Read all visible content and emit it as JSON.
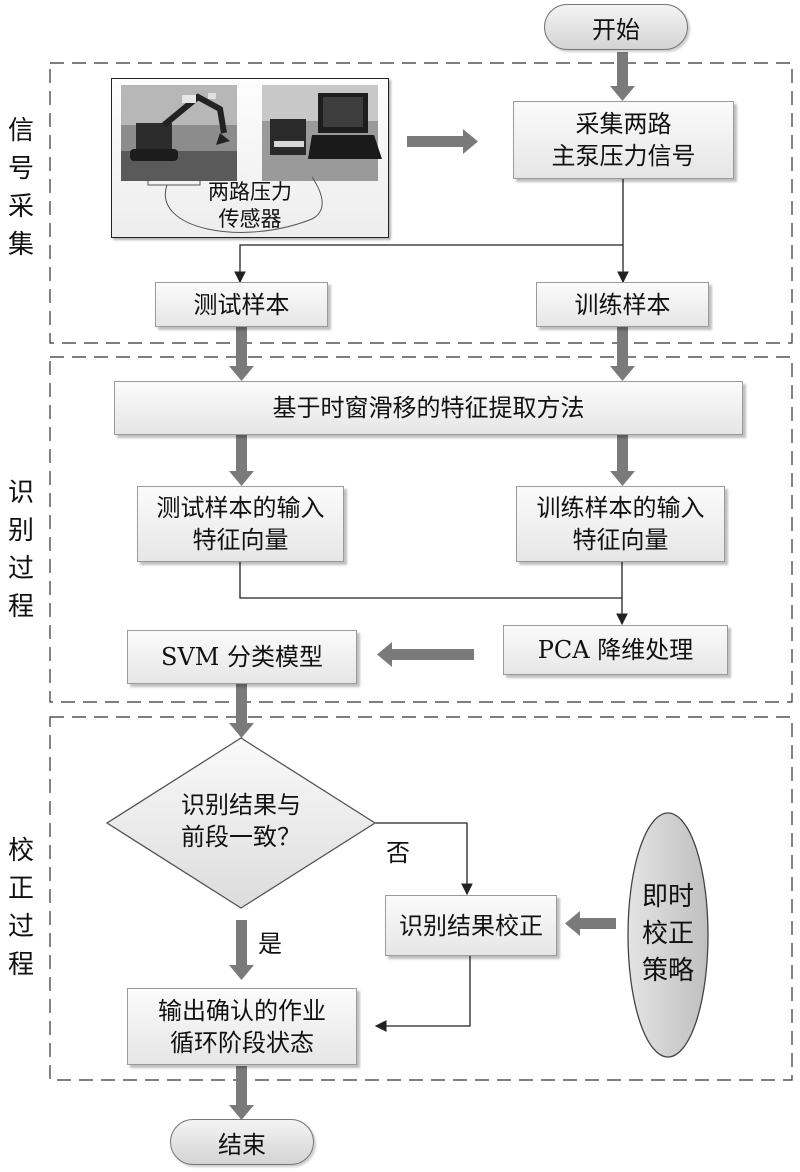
{
  "start": "开始",
  "end": "结束",
  "sections": [
    {
      "label": [
        "信",
        "号",
        "采",
        "集"
      ]
    },
    {
      "label": [
        "识",
        "别",
        "过",
        "程"
      ]
    },
    {
      "label": [
        "校",
        "正",
        "过",
        "程"
      ]
    }
  ],
  "photo": {
    "caption": [
      "两路压力",
      "传感器"
    ]
  },
  "collect": [
    "采集两路",
    "主泵压力信号"
  ],
  "test_sample": "测试样本",
  "train_sample": "训练样本",
  "feature_method": "基于时窗滑移的特征提取方法",
  "test_feature": [
    "测试样本的输入",
    "特征向量"
  ],
  "train_feature": [
    "训练样本的输入",
    "特征向量"
  ],
  "pca": "PCA 降维处理",
  "svm": "SVM 分类模型",
  "decision": [
    "识别结果与",
    "前段一致？"
  ],
  "no_label": "否",
  "yes_label": "是",
  "correct": "识别结果校正",
  "strategy": [
    "即时",
    "校正",
    "策略"
  ],
  "output": [
    "输出确认的作业",
    "循环阶段状态"
  ]
}
